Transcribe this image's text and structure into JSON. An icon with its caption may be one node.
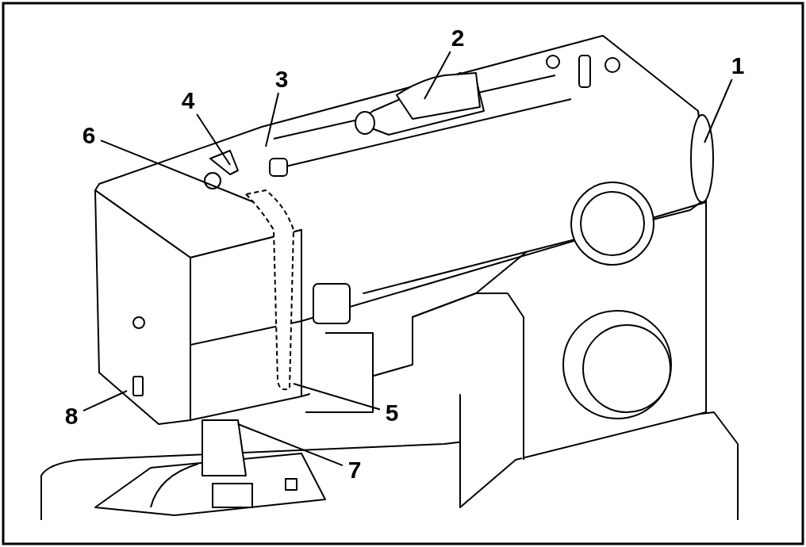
{
  "diagram": {
    "nodes": [
      {
        "text": [
          "1"
        ]
      },
      {
        "text": [
          "2"
        ]
      },
      {
        "text": [
          "3"
        ]
      },
      {
        "text": [
          "4"
        ]
      },
      {
        "text": [
          "5"
        ]
      },
      {
        "text": [
          "6"
        ]
      },
      {
        "text": [
          "7"
        ]
      },
      {
        "text": [
          "8"
        ]
      }
    ],
    "edges": [
      {
        "from": 0,
        "to": null,
        "arrow": "none"
      },
      {
        "from": 1,
        "to": null,
        "arrow": "none"
      },
      {
        "from": 2,
        "to": null,
        "arrow": "none"
      },
      {
        "from": 3,
        "to": null,
        "arrow": "none"
      },
      {
        "from": 4,
        "to": null,
        "arrow": "none"
      },
      {
        "from": 5,
        "to": null,
        "arrow": "none"
      },
      {
        "from": 6,
        "to": null,
        "arrow": "none"
      },
      {
        "from": 7,
        "to": null,
        "arrow": "none"
      }
    ]
  }
}
